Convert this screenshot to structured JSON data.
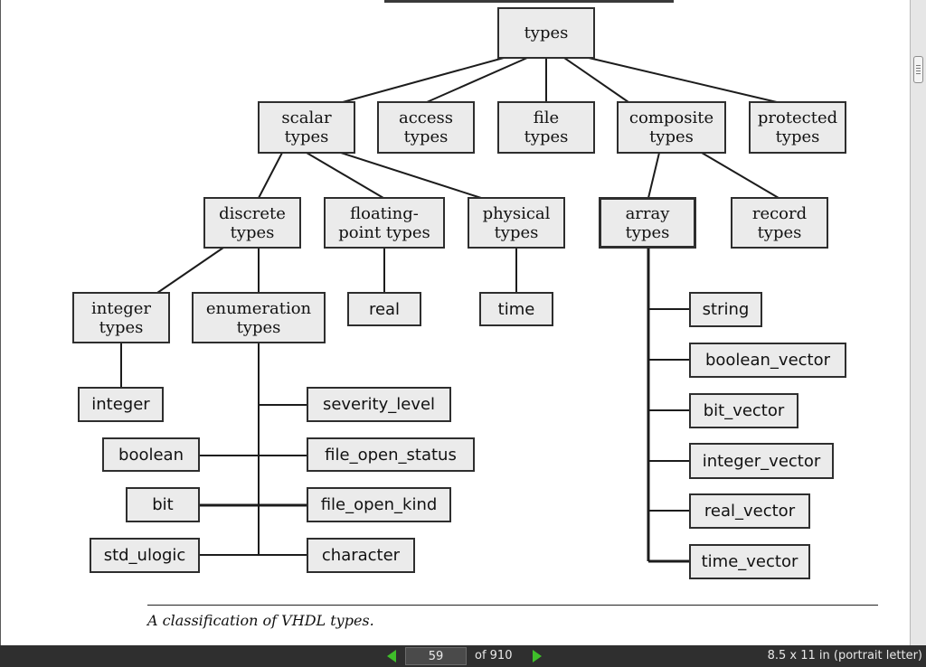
{
  "figure": {
    "nodes": {
      "types": "types",
      "scalar_types": "scalar\ntypes",
      "access_types": "access\ntypes",
      "file_types": "file\ntypes",
      "composite_types": "composite\ntypes",
      "protected_types": "protected\ntypes",
      "discrete_types": "discrete\ntypes",
      "floating_point_types": "floating-\npoint types",
      "physical_types": "physical\ntypes",
      "array_types": "array\ntypes",
      "record_types": "record\ntypes",
      "integer_types": "integer\ntypes",
      "enumeration_types": "enumeration\ntypes",
      "real": "real",
      "time": "time",
      "integer": "integer",
      "severity_level": "severity_level",
      "boolean": "boolean",
      "file_open_status": "file_open_status",
      "bit": "bit",
      "file_open_kind": "file_open_kind",
      "std_ulogic": "std_ulogic",
      "character": "character",
      "string": "string",
      "boolean_vector": "boolean_vector",
      "bit_vector": "bit_vector",
      "integer_vector": "integer_vector",
      "real_vector": "real_vector",
      "time_vector": "time_vector"
    },
    "caption": "A classification of VHDL types."
  },
  "statusbar": {
    "current_page": "59",
    "of_label": "of  910",
    "page_size": "8.5 x 11 in (portrait letter)",
    "arrow_color": "#3fbf2a"
  },
  "icons": {
    "prev": "triangle-left-icon",
    "next": "triangle-right-icon"
  }
}
